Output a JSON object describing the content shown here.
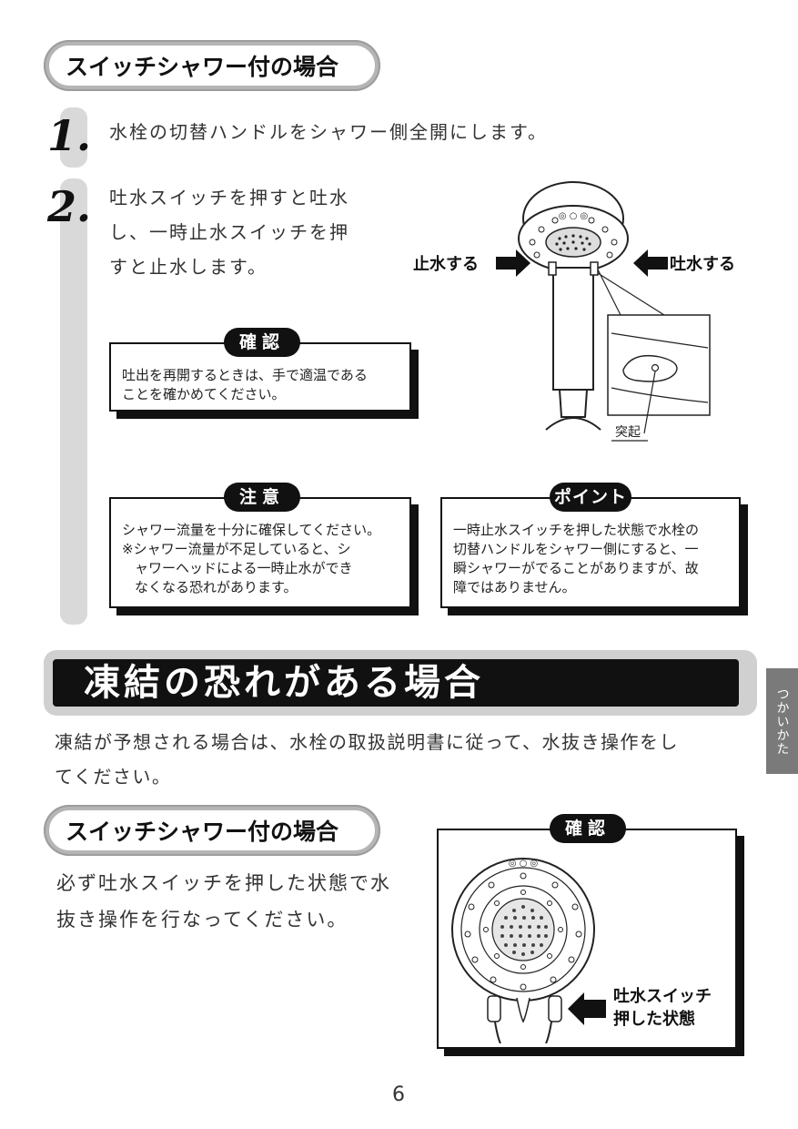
{
  "section1": {
    "heading": "スイッチシャワー付の場合",
    "step1": {
      "num": "1.",
      "text": "水栓の切替ハンドルをシャワー側全開にします。"
    },
    "step2": {
      "num": "2.",
      "lines": [
        "吐水スイッチを押すと吐水",
        "し、一時止水スイッチを押",
        "すと止水します。"
      ]
    },
    "diagram": {
      "stop_label": "止水する",
      "flow_label": "吐水する",
      "bump_label": "突起"
    },
    "confirm_box": {
      "tag": "確認",
      "lines": [
        "吐出を再開するときは、手で適温である",
        "ことを確かめてください。"
      ]
    },
    "caution_box": {
      "tag": "注意",
      "lines": [
        "シャワー流量を十分に確保してください。",
        "※シャワー流量が不足していると、シ",
        "ャワーヘッドによる一時止水ができ",
        "なくなる恐れがあります。"
      ]
    },
    "point_box": {
      "tag": "ポイント",
      "lines": [
        "一時止水スイッチを押した状態で水栓の",
        "切替ハンドルをシャワー側にすると、一",
        "瞬シャワーがでることがありますが、故",
        "障ではありません。"
      ]
    }
  },
  "section2": {
    "title": "凍結の恐れがある場合",
    "intro_lines": [
      "凍結が予想される場合は、水栓の取扱説明書に従って、水抜き操作をし",
      "てください。"
    ],
    "heading": "スイッチシャワー付の場合",
    "text_lines": [
      "必ず吐水スイッチを押した状態で水",
      "抜き操作を行なってください。"
    ],
    "confirm_box": {
      "tag": "確認",
      "label_lines": [
        "吐水スイッチ",
        "押した状態"
      ]
    }
  },
  "side_tab": "つかいかた",
  "page_number": "6"
}
